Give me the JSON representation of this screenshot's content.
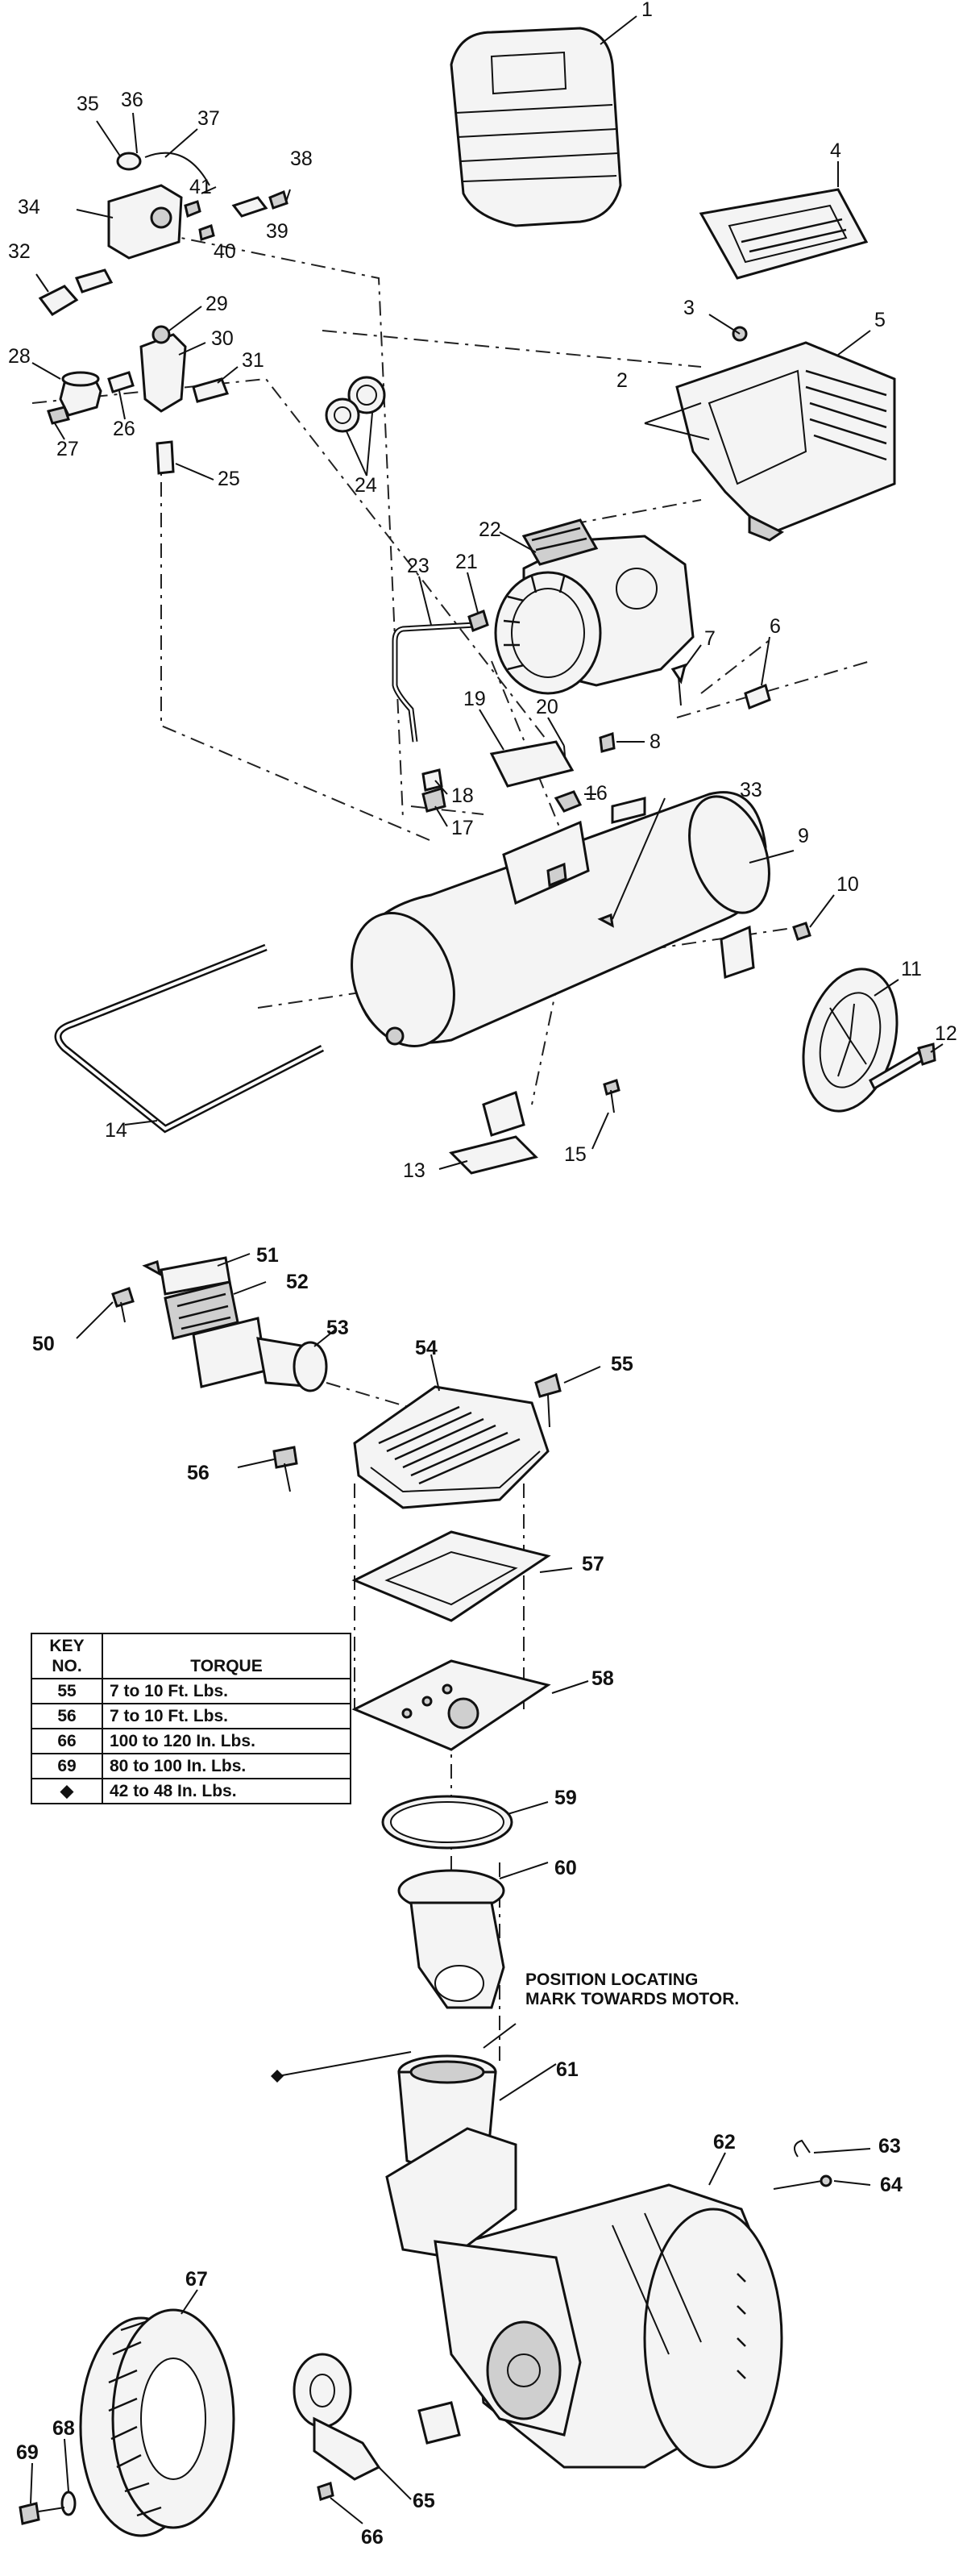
{
  "callouts": {
    "c1": "1",
    "c2": "2",
    "c3": "3",
    "c4": "4",
    "c5": "5",
    "c6": "6",
    "c7": "7",
    "c8": "8",
    "c9": "9",
    "c10": "10",
    "c11": "11",
    "c12": "12",
    "c13": "13",
    "c14": "14",
    "c15": "15",
    "c16": "16",
    "c17": "17",
    "c18": "18",
    "c19": "19",
    "c20": "20",
    "c21": "21",
    "c22": "22",
    "c23": "23",
    "c24": "24",
    "c25": "25",
    "c26": "26",
    "c27": "27",
    "c28": "28",
    "c29": "29",
    "c30": "30",
    "c31": "31",
    "c32": "32",
    "c33": "33",
    "c34": "34",
    "c35": "35",
    "c36": "36",
    "c37": "37",
    "c38": "38",
    "c39": "39",
    "c40": "40",
    "c41": "41",
    "c50": "50",
    "c51": "51",
    "c52": "52",
    "c53": "53",
    "c54": "54",
    "c55": "55",
    "c56": "56",
    "c57": "57",
    "c58": "58",
    "c59": "59",
    "c60": "60",
    "c61": "61",
    "c62": "62",
    "c63": "63",
    "c64": "64",
    "c65": "65",
    "c66": "66",
    "c67": "67",
    "c68": "68",
    "c69": "69"
  },
  "note_line1": "POSITION LOCATING",
  "note_line2": "MARK TOWARDS MOTOR.",
  "torque_table": {
    "header_key_line1": "KEY",
    "header_key_line2": "NO.",
    "header_torque": "TORQUE",
    "rows": [
      {
        "key": "55",
        "torque": "7 to 10 Ft. Lbs."
      },
      {
        "key": "56",
        "torque": "7 to 10 Ft. Lbs."
      },
      {
        "key": "66",
        "torque": "100 to 120 In. Lbs."
      },
      {
        "key": "69",
        "torque": "80 to 100 In. Lbs."
      },
      {
        "key": "◆",
        "torque": "42 to 48 In. Lbs."
      }
    ]
  }
}
